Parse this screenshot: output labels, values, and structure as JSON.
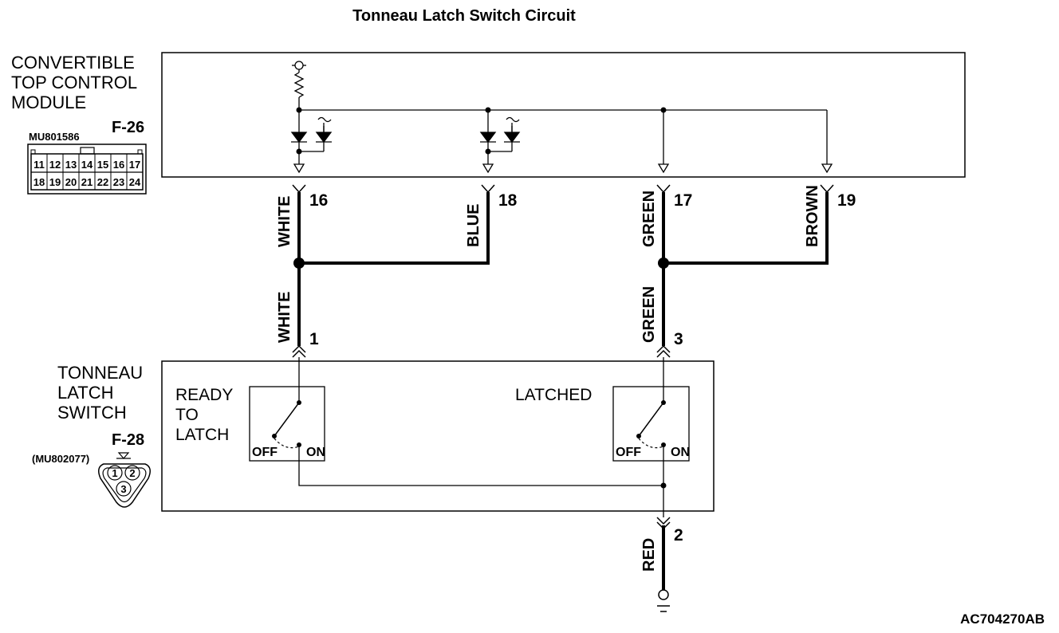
{
  "title": "Tonneau Latch Switch Circuit",
  "module": {
    "label_lines": [
      "CONVERTIBLE",
      "TOP CONTROL",
      "MODULE"
    ],
    "connector_id": "F-26",
    "connector_part": "MU801586",
    "pins_top": [
      "11",
      "12",
      "13",
      "14",
      "15",
      "16",
      "17"
    ],
    "pins_bottom": [
      "18",
      "19",
      "20",
      "21",
      "22",
      "23",
      "24"
    ],
    "terminals": [
      {
        "pin": "16",
        "wire": "WHITE"
      },
      {
        "pin": "18",
        "wire": "BLUE"
      },
      {
        "pin": "17",
        "wire": "GREEN"
      },
      {
        "pin": "19",
        "wire": "BROWN"
      }
    ]
  },
  "harness": {
    "upper_white": "WHITE",
    "upper_green": "GREEN",
    "pin_white": "1",
    "pin_green": "3",
    "pin_ground": "2",
    "ground_wire": "RED"
  },
  "switch": {
    "label_lines": [
      "TONNEAU",
      "LATCH",
      "SWITCH"
    ],
    "connector_id": "F-28",
    "connector_part": "(MU802077)",
    "connector_pins": [
      "1",
      "2",
      "3"
    ],
    "contact_left_label": [
      "READY",
      "TO",
      "LATCH"
    ],
    "contact_right_label": "LATCHED",
    "off": "OFF",
    "on": "ON"
  },
  "figure_code": "AC704270AB"
}
